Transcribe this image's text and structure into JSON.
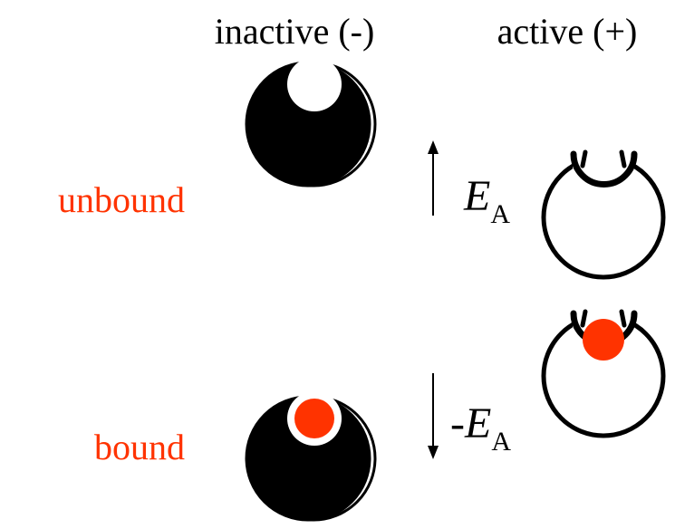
{
  "columns": {
    "inactive": "inactive (-)",
    "active": "active (+)"
  },
  "rows": {
    "unbound": "unbound",
    "bound": "bound"
  },
  "energy": {
    "up": {
      "prefix": "",
      "symbol": "E",
      "subscript": "A"
    },
    "down": {
      "prefix": "-",
      "symbol": "E",
      "subscript": "A"
    }
  },
  "colors": {
    "label_accent": "#ff3300",
    "ligand": "#ff3300",
    "inactive_fill": "#000000",
    "active_fill": "#ffffff",
    "stroke": "#000000"
  }
}
